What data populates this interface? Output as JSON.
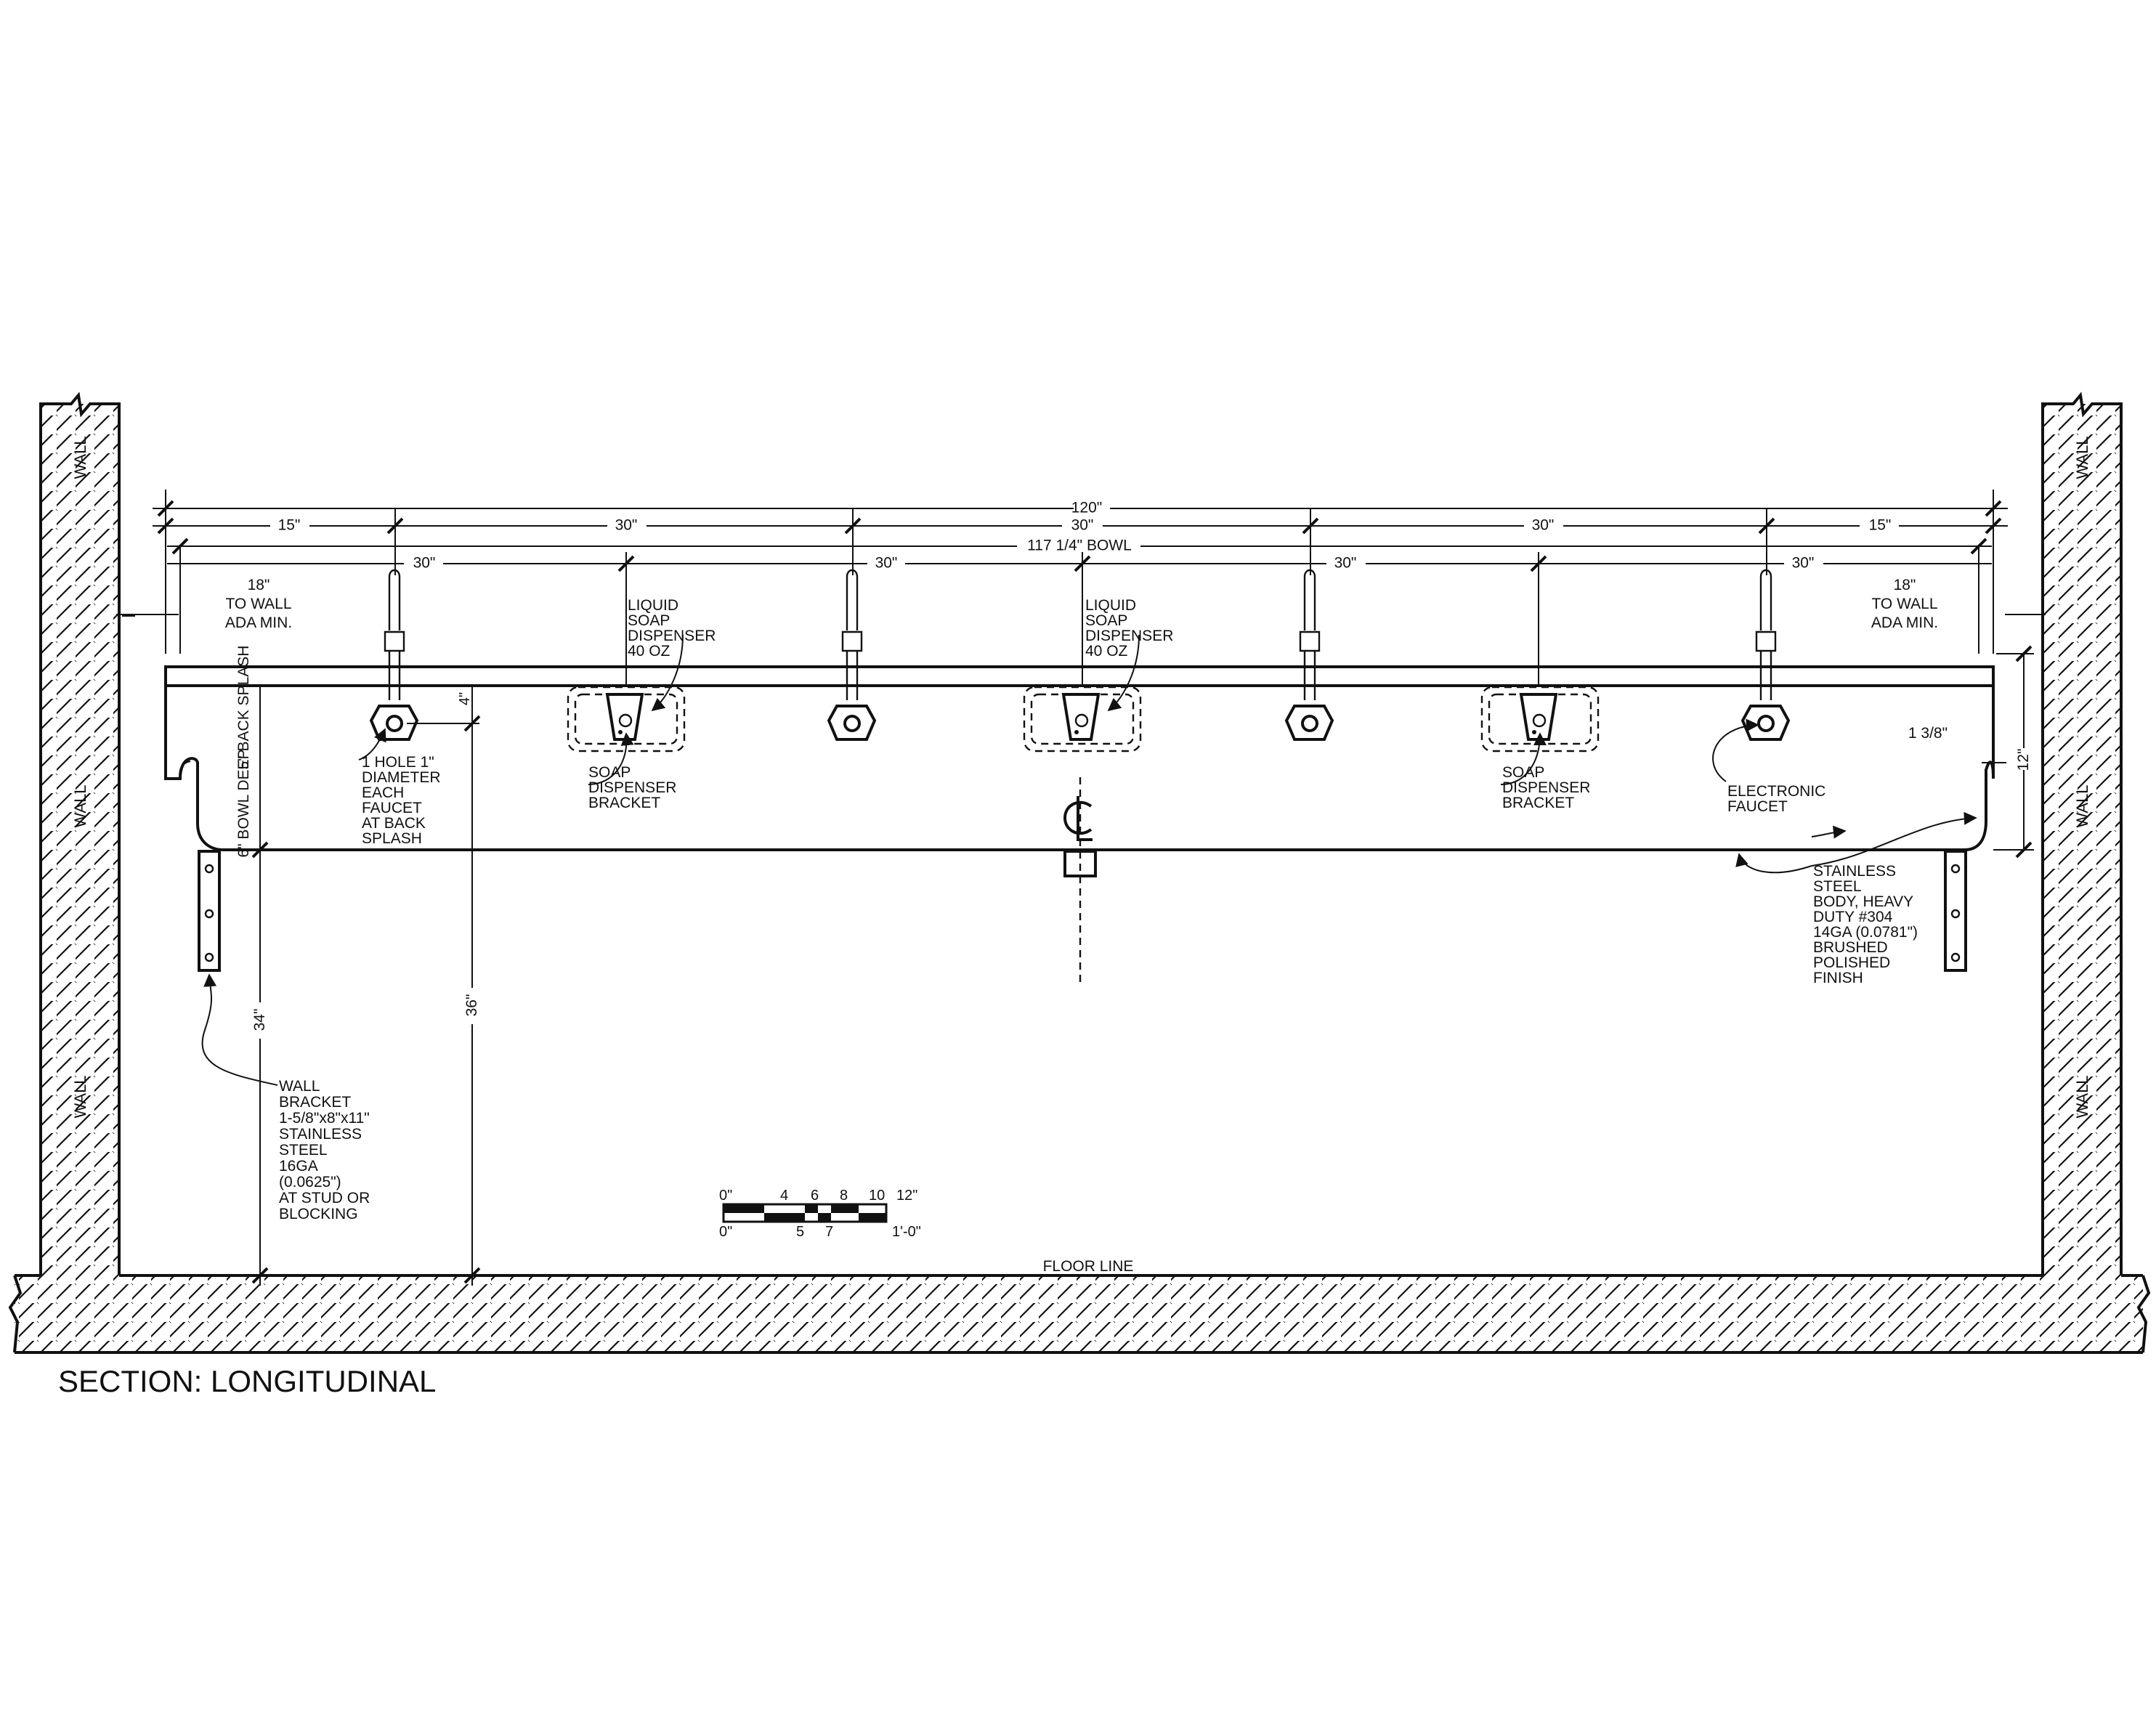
{
  "title": "SECTION: LONGITUDINAL",
  "floor_label": "FLOOR LINE",
  "wall_label": "WALL",
  "dimensions": {
    "overall": "120\"",
    "bowl": "117 1/4\" BOWL",
    "end_left": "15\"",
    "end_right": "15\"",
    "span": "30\"",
    "ada_value": "18\"",
    "ada_line1": "TO WALL",
    "ada_line2": "ADA MIN.",
    "backsplash": "5\" BACK SPLASH",
    "bowl_depth": "6\" BOWL DEEP",
    "top_offset": "4\"",
    "height_34": "34\"",
    "height_36": "36\"",
    "height_12": "12\"",
    "rim": "1 3/8\""
  },
  "callouts": {
    "liquid_soap": [
      "LIQUID",
      "SOAP",
      "DISPENSER",
      "40 OZ"
    ],
    "soap_bracket": [
      "SOAP",
      "DISPENSER",
      "BRACKET"
    ],
    "hole": [
      "1 HOLE 1\"",
      "DIAMETER",
      "EACH",
      "FAUCET",
      "AT BACK",
      "SPLASH"
    ],
    "faucet": [
      "ELECTRONIC",
      "FAUCET"
    ],
    "body": [
      "STAINLESS",
      "STEEL",
      "BODY, HEAVY",
      "DUTY #304",
      "14GA (0.0781\")",
      "BRUSHED",
      "POLISHED",
      "FINISH"
    ],
    "wall_bracket": [
      "WALL",
      "BRACKET",
      "1-5/8\"x8\"x11\"",
      "STAINLESS",
      "STEEL",
      "16GA",
      "(0.0625\")",
      "AT STUD OR",
      "BLOCKING"
    ]
  },
  "centerline": "CL",
  "scale": {
    "top_ticks": [
      "0\"",
      "4",
      "6",
      "8",
      "10",
      "12\""
    ],
    "bottom_ticks": [
      "0\"",
      "5",
      "7",
      "1'-0\""
    ]
  },
  "colors": {
    "ink": "#111111",
    "paper": "#ffffff"
  }
}
